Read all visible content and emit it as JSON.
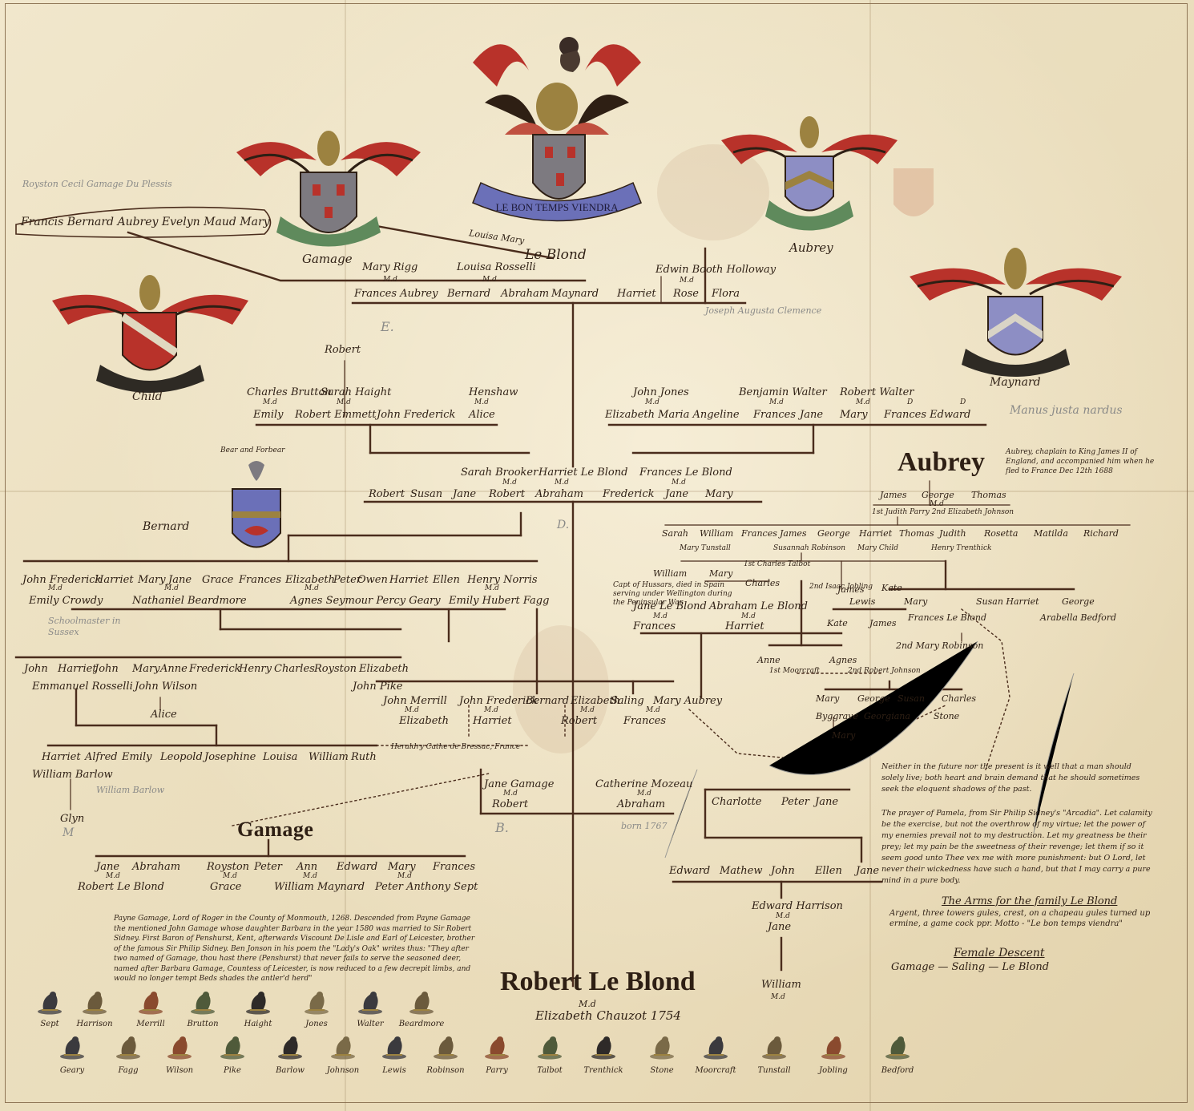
{
  "motto_scroll": "LE BON TEMPS VIENDRA",
  "crest_labels": {
    "gamage": "Gamage",
    "le_blond": "Le Blond",
    "aubrey": "Aubrey",
    "child": "Child",
    "maynard": "Maynard",
    "bernard": "Bernard",
    "bear_and_forbear": "Bear and Forbear",
    "manus_justa": "Manus justa nardus"
  },
  "top_left": {
    "pencil_line": "Royston Cecil Gamage Du Plessis",
    "names": "Francis Bernard Aubrey   Evelyn Maud Mary",
    "louisa_mary": "Louisa Mary"
  },
  "gen1": {
    "mary_rigg": "Mary Rigg",
    "md": "M.d",
    "frances_aubrey": "Frances Aubrey",
    "louisa_rosselli": "Louisa Rosselli",
    "bernard": "Bernard",
    "abraham": "Abraham",
    "maynard": "Maynard",
    "harriet": "Harriet",
    "rose": "Rose",
    "flora": "Flora",
    "edwin_booth_holloway": "Edwin Booth Holloway",
    "joseph_pencil": "Joseph Augusta Clemence",
    "e_mark": "E."
  },
  "gen2": {
    "robert_top": "Robert",
    "charles_brutton": "Charles Brutton",
    "sarah_haight": "Sarah Haight",
    "henshaw": "Henshaw",
    "emily": "Emily",
    "robert_emmett": "Robert Emmett",
    "john_frederick": "John Frederick",
    "alice": "Alice",
    "john_jones": "John Jones",
    "benjamin_walter": "Benjamin Walter",
    "robert_walter": "Robert Walter",
    "elizabeth_maria_angeline": "Elizabeth Maria Angeline",
    "frances": "Frances",
    "jane": "Jane",
    "mary": "Mary",
    "frances_edward": "Frances   Edward"
  },
  "gen3": {
    "sarah_brooker": "Sarah Brooker",
    "harriet_le_blond": "Harriet Le Blond",
    "frances_le_blond": "Frances Le Blond",
    "children": [
      "Robert",
      "Susan",
      "Jane",
      "Robert",
      "Abraham",
      "Frederick",
      "Jane",
      "Mary"
    ],
    "d_mark": "D.",
    "d": "D"
  },
  "bernard_line": {
    "children": [
      "John Frederick",
      "Harriet",
      "Mary",
      "Jane",
      "Grace",
      "Frances",
      "Elizabeth",
      "Peter",
      "Owen",
      "Harriet",
      "Ellen",
      "Henry Norris"
    ],
    "spouses": [
      "Emily Crowdy",
      "Nathaniel Beardmore",
      "Agnes Seymour Percy Geary",
      "Emily Hubert Fagg"
    ],
    "pencil_note": "Schoolmaster in Sussex"
  },
  "gen5": {
    "names": [
      "John",
      "Harriet",
      "John",
      "Mary",
      "Anne",
      "Frederick",
      "Henry",
      "Charles",
      "Royston",
      "Elizabeth"
    ],
    "spouses": [
      "Emmanuel Rosselli",
      "John Wilson",
      "John Pike"
    ],
    "alice": "Alice",
    "grandchildren": [
      "Harriet",
      "Alfred",
      "Emily",
      "Leopold",
      "Josephine",
      "Louisa",
      "William",
      "Ruth"
    ],
    "william_barlow": "William Barlow",
    "glyn": "Glyn",
    "pencil_barlow": "William Barlow",
    "m_mark": "M"
  },
  "central": {
    "john_merrill": "John Merrill",
    "elizabeth": "Elizabeth",
    "john_frederick": "John Frederick",
    "harriet": "Harriet",
    "bernard": "Bernard",
    "elizabeth2": "Elizabeth",
    "robert": "Robert",
    "saling": "Saling",
    "mary_aubrey": "Mary Aubrey",
    "frances": "Frances",
    "heraldry_note": "Heraldry Cathe de Bressac, France",
    "jane_gamage": "Jane Gamage",
    "catherine_mozeau": "Catherine Mozeau",
    "abraham": "Abraham",
    "b_mark": "B.",
    "born_1767": "born 1767",
    "charlotte": "Charlotte",
    "peter": "Peter",
    "jane": "Jane"
  },
  "aubrey_side": {
    "title": "Aubrey",
    "note": "Aubrey, chaplain to King James II of England, and accompanied him when he fled to France Dec 12th 1688",
    "top": [
      "James",
      "George",
      "Thomas"
    ],
    "marriages": "1st Judith Parry  2nd Elizabeth Johnson",
    "row": [
      "Sarah",
      "William",
      "Frances",
      "James",
      "George",
      "Harriet",
      "Thomas",
      "Judith",
      "Rosetta",
      "Matilda",
      "Richard"
    ],
    "spouses_row": [
      "Mary Tunstall",
      "Susannah Robinson",
      "Mary Child",
      "Henry Trenthick"
    ],
    "charles_talbot": "1st Charles Talbot",
    "william": "William",
    "mary": "Mary",
    "charles": "Charles",
    "captain_note": "Capt of Hussars, died in Spain serving under Wellington during the Peninsular War",
    "jane_le_blond": "Jane Le Blond",
    "abraham_le_blond": "Abraham Le Blond",
    "frances": "Frances",
    "harriet": "Harriet",
    "isaac_jobling": "2nd Isaac Jobling",
    "james": "James",
    "lewis": "Lewis",
    "kate": "Kate",
    "kate2": "Kate",
    "james2": "James",
    "mary_b": "Mary",
    "susan_harriet": "Susan Harriet",
    "george": "George",
    "frances_le_blond": "Frances Le Blond",
    "arabella_bedford": "Arabella Bedford",
    "mary_robinson": "2nd Mary Robinson",
    "anne": "Anne",
    "agnes": "Agnes",
    "moorcraft": "1st Moorcraft",
    "robert_johnson": "2nd Robert Johnson",
    "mary_c": "Mary",
    "george2": "George",
    "susan": "Susan",
    "charles2": "Charles",
    "byggrave": "Byggrave",
    "georgiana": "Georgiana",
    "stone": "Stone",
    "mary_d": "Mary"
  },
  "quote": {
    "red_text": "Neither in the future nor the present is it well that a man should solely live; both heart and brain demand that he should sometimes seek the eloquent shadows of the past.",
    "prayer": "The prayer of Pamela, from Sir Philip Sidney's \"Arcadia\". Let calamity be the exercise, but not the overthrow of my virtue; let the power of my enemies prevail not to my destruction. Let my greatness be their prey; let my pain be the sweetness of their revenge; let them if so it seem good unto Thee vex me with more punishment: but O Lord, let never their wickedness have such a hand, but that I may carry a pure mind in a pure body."
  },
  "arms": {
    "title": "The Arms for the family Le Blond",
    "text": "Argent, three towers gules, crest, on a chapeau gules turned up ermine, a game cock ppr. Motto - \"Le bon temps viendra\"",
    "female_title": "Female Descent",
    "female_line": "Gamage — Saling — Le Blond"
  },
  "gamage": {
    "title": "Gamage",
    "children": [
      "Jane",
      "Abraham",
      "Royston",
      "Peter",
      "Ann",
      "Edward",
      "Mary",
      "Frances"
    ],
    "spouses": [
      "Robert Le Blond",
      "Grace",
      "William Maynard",
      "Peter Anthony Sept"
    ],
    "paragraph": "Payne Gamage, Lord of Roger in the County of Monmouth, 1268. Descended from Payne Gamage the mentioned John Gamage whose daughter Barbara in the year 1580 was married to Sir Robert Sidney. First Baron of Penshurst, Kent, afterwards Viscount De Lisle and Earl of Leicester, brother of the famous Sir Philip Sidney. Ben Jonson in his poem the \"Lady's Oak\" writes thus: \"They after two named of Gamage, thou hast there (Penshurst) that never fails to serve the seasoned deer, named after Barbara Gamage, Countess of Leicester, is now reduced to a few decrepit limbs, and would no longer tempt Beds shades the antler'd herd\""
  },
  "bottom_right": {
    "names": [
      "Edward",
      "Mathew",
      "John",
      "Ellen",
      "Jane"
    ],
    "edward_harrison": "Edward Harrison",
    "jane": "Jane",
    "william": "William"
  },
  "robert_le_blond": {
    "name": "Robert Le Blond",
    "md": "M.d",
    "spouse": "Elizabeth Chauzot 1754"
  },
  "badges_row1": [
    "Sept",
    "Harrison",
    "Merrill",
    "Brutton",
    "Haight",
    "Jones",
    "Walter",
    "Beardmore"
  ],
  "badges_row2": [
    "Geary",
    "Fagg",
    "Wilson",
    "Pike",
    "Barlow",
    "Johnson",
    "Lewis",
    "Robinson",
    "Parry",
    "Talbot",
    "Trenthick",
    "Stone",
    "Moorcraft",
    "Tunstall",
    "Jobling",
    "Bedford"
  ],
  "colors": {
    "ink": "#2e1f14",
    "line": "#4a2c1c",
    "red": "#9b2a1e",
    "mantling_red": "#b8322a",
    "shield_grey": "#7d7a80",
    "scroll_blue": "#6b70b8",
    "scroll_green": "#5f8a5c",
    "gold": "#9c8240"
  }
}
